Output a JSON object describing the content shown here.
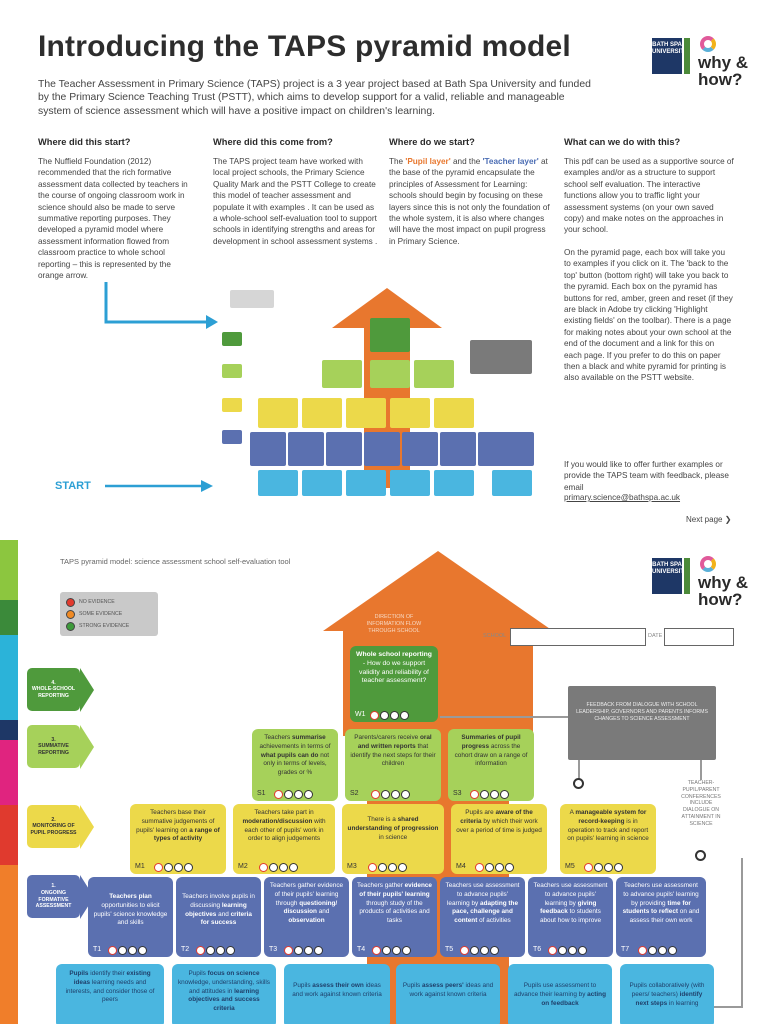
{
  "header": {
    "title": "Introducing the TAPS pyramid model",
    "intro": "The Teacher Assessment in Primary Science (TAPS) project is a 3 year project based at Bath Spa University and funded by the Primary Science Teaching Trust (PSTT), which aims to develop support for a valid, reliable and manageable system of science assessment which will have a positive impact on children's learning."
  },
  "logos": {
    "bath_spa": "BATH SPA UNIVERSITY",
    "why_how": "why & how?"
  },
  "columns": [
    {
      "heading": "Where did this start?",
      "body": "The Nuffield Foundation (2012) recommended that the rich formative assessment data collected by teachers in the course of ongoing classroom work in science should also be made to serve summative reporting purposes. They developed a pyramid model where assessment information flowed from classroom practice to whole school reporting – this is represented by the orange arrow."
    },
    {
      "heading": "Where did this come from?",
      "body": "The TAPS project team have worked with local project schools, the Primary Science Quality Mark and the PSTT College to create this model of teacher assessment and populate it with examples . It can be used as a whole-school self-evaluation tool to support schools in identifying strengths and areas for development in school assessment systems ."
    },
    {
      "heading": "Where do we start?",
      "body_pre": "The ",
      "pupil_layer": "'Pupil layer'",
      "body_and": " and the ",
      "teacher_layer": "'Teacher layer'",
      "body_post": " at the base of the pyramid encapsulate the principles of Assessment for Learning: schools should begin by focusing on these layers since this is not only the foundation of the whole system, it is also where changes will have the most impact on pupil progress in Primary Science."
    },
    {
      "heading": "What can we do with this?",
      "body": "This pdf can be used as a supportive source of examples and/or as a structure to support school self evaluation. The interactive functions allow you to traffic light your assessment systems (on your own saved copy) and make notes on the approaches in your school.",
      "body2": "On the pyramid page, each box will take you to examples if you click on it. The 'back to the top' button (bottom right) will take you back to the pyramid. Each box on the pyramid has buttons for red, amber, green and reset (if they are black in Adobe try clicking 'Highlight existing fields' on the toolbar). There is a page for making notes about your own school at the end of the document and a link for this on each page. If you prefer to do this on paper then a black and white pyramid for printing is also available on the PSTT website.",
      "body3": "If you would like to offer further examples or provide the TAPS team with feedback, please email",
      "email": "primary.science@bathspa.ac.uk"
    }
  ],
  "start_label": "START",
  "next_page": "Next page ❯",
  "tool": {
    "title": "TAPS pyramid model: science assessment school self-evaluation tool",
    "legend": [
      "NO EVIDENCE",
      "SOME EVIDENCE",
      "STRONG EVIDENCE"
    ],
    "direction": "DIRECTION OF INFORMATION FLOW THROUGH SCHOOL",
    "school_label": "SCHOOL",
    "date_label": "DATE",
    "levels": [
      {
        "num": "4.",
        "name": "WHOLE-SCHOOL REPORTING"
      },
      {
        "num": "3.",
        "name": "SUMMATIVE REPORTING"
      },
      {
        "num": "2.",
        "name": "MONITORING OF PUPIL PROGRESS"
      },
      {
        "num": "1.",
        "name": "ONGOING FORMATIVE ASSESSMENT"
      }
    ],
    "w1": {
      "pre": "",
      "bold": "Whole school reporting",
      "post": " - How do we support validity and reliability of teacher assessment?",
      "code": "W1"
    },
    "feedback": "FEEDBACK FROM DIALOGUE WITH SCHOOL LEADERSHIP, GOVERNORS AND PARENTS INFORMS CHANGES TO SCIENCE ASSESSMENT",
    "conferences": "TEACHER-PUPIL/PARENT CONFERENCES INCLUDE DIALOGUE ON ATTAINMENT IN SCIENCE",
    "summative": [
      {
        "pre": "Teachers ",
        "bold": "summarise",
        "post": " achievements in terms of ",
        "bold2": "what pupils can do",
        "post2": " not only in terms of levels, grades or %",
        "code": "S1"
      },
      {
        "pre": "Parents/carers receive ",
        "bold": "oral and written reports",
        "post": " that identify the next steps for their children",
        "bold2": "",
        "post2": "",
        "code": "S2"
      },
      {
        "pre": "",
        "bold": "Summaries of pupil progress",
        "post": " across the cohort draw on a range of information",
        "bold2": "",
        "post2": "",
        "code": "S3"
      }
    ],
    "monitoring": [
      {
        "pre": "Teachers base their summative judgements of pupils' learning on ",
        "bold": "a range of types of activity",
        "post": "",
        "code": "M1"
      },
      {
        "pre": "Teachers take part in ",
        "bold": "moderation/discussion",
        "post": " with each other of pupils' work in order to align judgements",
        "code": "M2"
      },
      {
        "pre": "There is a ",
        "bold": "shared understanding of progression",
        "post": " in science",
        "code": "M3"
      },
      {
        "pre": "Pupils are ",
        "bold": "aware of the criteria",
        "post": " by which their work over a period of time is judged",
        "code": "M4"
      },
      {
        "pre": "A ",
        "bold": "manageable system for record-keeping",
        "post": " is in operation to track and report on pupils' learning in science",
        "code": "M5"
      }
    ],
    "teacher": [
      {
        "pre": "",
        "bold": "Teachers plan",
        "post": " opportunities to elicit pupils' science knowledge and skills",
        "code": "T1"
      },
      {
        "pre": "Teachers involve pupils in discussing ",
        "bold": "learning objectives",
        "post": " and ",
        "bold2": "criteria for success",
        "code": "T2"
      },
      {
        "pre": "Teachers gather evidence of their pupils' learning through ",
        "bold": "questioning/ discussion",
        "post": " and ",
        "bold2": "observation",
        "code": "T3"
      },
      {
        "pre": "Teachers gather ",
        "bold": "evidence of their pupils' learning",
        "post": " through study of the products of activities and tasks",
        "bold2": "",
        "code": "T4"
      },
      {
        "pre": "Teachers use assessment to advance pupils' learning by ",
        "bold": "adapting the pace, challenge and content",
        "post": " of activities",
        "bold2": "",
        "code": "T5"
      },
      {
        "pre": "Teachers use assessment to advance pupils' learning by ",
        "bold": "giving feedback",
        "post": " to students about how to improve",
        "bold2": "",
        "code": "T6"
      },
      {
        "pre": "Teachers use assessment to advance pupils' learning by providing ",
        "bold": "time for students to reflect",
        "post": " on and assess their own work",
        "bold2": "",
        "code": "T7"
      }
    ],
    "pupil": [
      {
        "bold": "Pupils",
        "pre": " identify their ",
        "bold2": "existing ideas",
        "post": " learning needs and interests, and consider those of peers"
      },
      {
        "bold": "",
        "pre": "Pupils ",
        "bold2": "focus on science",
        "post": " knowledge, understanding, skills and attitudes in ",
        "bold3": "learning objectives and success criteria"
      },
      {
        "bold": "",
        "pre": "Pupils ",
        "bold2": "assess their own",
        "post": " ideas and work against known criteria",
        "bold3": ""
      },
      {
        "bold": "",
        "pre": "Pupils ",
        "bold2": "assess peers'",
        "post": " ideas and work against known criteria",
        "bold3": ""
      },
      {
        "bold": "",
        "pre": "Pupils use assessment to advance their learning by ",
        "bold2": "acting on feedback",
        "post": "",
        "bold3": ""
      },
      {
        "bold": "",
        "pre": "Pupils collaboratively (with peers/ teachers) ",
        "bold2": "identify next steps",
        "post": " in learning",
        "bold3": ""
      }
    ]
  },
  "colors": {
    "orange": "#e8772e",
    "whole_school_green": "#4f9a3c",
    "summative_green": "#a6d15a",
    "monitoring_yellow": "#ecd94a",
    "teacher_blue": "#5b70b0",
    "pupil_cyan": "#4ab6e0",
    "feedback_gray": "#7a7a7a"
  }
}
